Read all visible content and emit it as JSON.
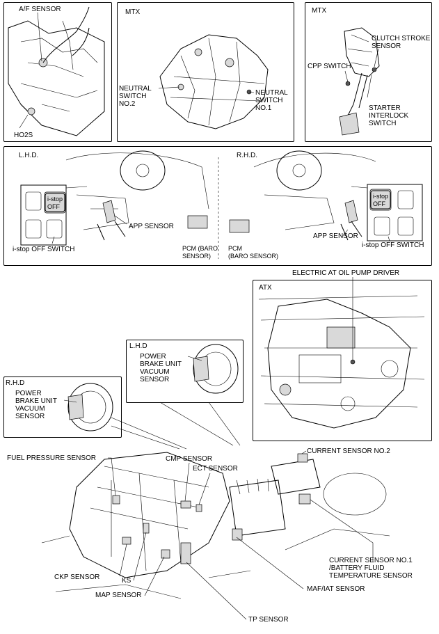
{
  "panels": {
    "top_left": {
      "sensors": [
        "A/F SENSOR",
        "HO2S"
      ]
    },
    "top_mid": {
      "tag": "MTX",
      "neutral2": "NEUTRAL\nSWITCH\nNO.2",
      "neutral1": "NEUTRAL\nSWITCH\nNO.1"
    },
    "top_right": {
      "tag": "MTX",
      "clutch": "CLUTCH STROKE\nSENSOR",
      "cpp": "CPP SWITCH",
      "starter": "STARTER\nINTERLOCK\nSWITCH"
    },
    "cabin": {
      "lhd_tag": "L.H.D.",
      "rhd_tag": "R.H.D.",
      "istop_button": "i-stop\nOFF",
      "istop_switch_left": "i-stop OFF SWITCH",
      "istop_switch_right": "i-stop OFF SWITCH",
      "app_left": "APP SENSOR",
      "app_right": "APP SENSOR",
      "pcm_left": "PCM (BARO\nSENSOR)",
      "pcm_right": "PCM\n(BARO SENSOR)"
    },
    "atx": {
      "header": "ELECTRIC AT OIL PUMP DRIVER",
      "tag": "ATX"
    },
    "lhd_booster": {
      "tag": "L.H.D",
      "label": "POWER\nBRAKE UNIT\nVACUUM\nSENSOR"
    },
    "rhd_booster": {
      "tag": "R.H.D",
      "label": "POWER\nBRAKE UNIT\nVACUUM\nSENSOR"
    }
  },
  "engine_bay": {
    "fuel_pressure": "FUEL PRESSURE SENSOR",
    "cmp": "CMP SENSOR",
    "ect": "ECT SENSOR",
    "current2": "CURRENT SENSOR NO.2",
    "current1": "CURRENT SENSOR NO.1\n/BATTERY FLUID\nTEMPERATURE SENSOR",
    "ckp": "CKP SENSOR",
    "ks": "KS",
    "map": "MAP SENSOR",
    "maf": "MAF/IAT SENSOR",
    "tp": "TP SENSOR"
  }
}
